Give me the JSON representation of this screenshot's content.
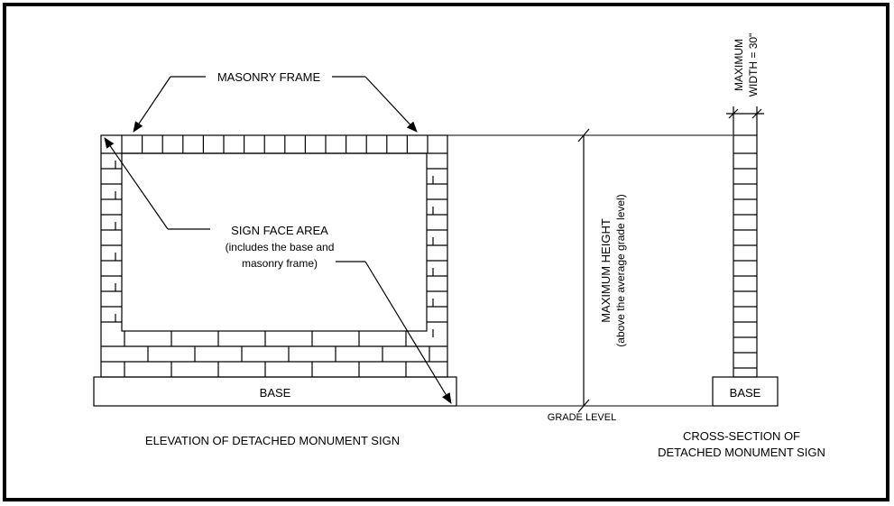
{
  "labels": {
    "masonry_frame": "MASONRY FRAME",
    "sign_face_area_1": "SIGN FACE AREA",
    "sign_face_area_2": "(includes the base and",
    "sign_face_area_3": "masonry frame)",
    "base_left": "BASE",
    "base_right": "BASE",
    "grade_level": "GRADE LEVEL",
    "max_height_1": "MAXIMUM HEIGHT",
    "max_height_2": "(above the average grade level)",
    "max_width_1": "MAXIMUM",
    "max_width_2": "WIDTH = 30\"",
    "elevation_caption": "ELEVATION OF DETACHED MONUMENT SIGN",
    "cross_section_caption_1": "CROSS-SECTION OF",
    "cross_section_caption_2": "DETACHED MONUMENT SIGN"
  }
}
